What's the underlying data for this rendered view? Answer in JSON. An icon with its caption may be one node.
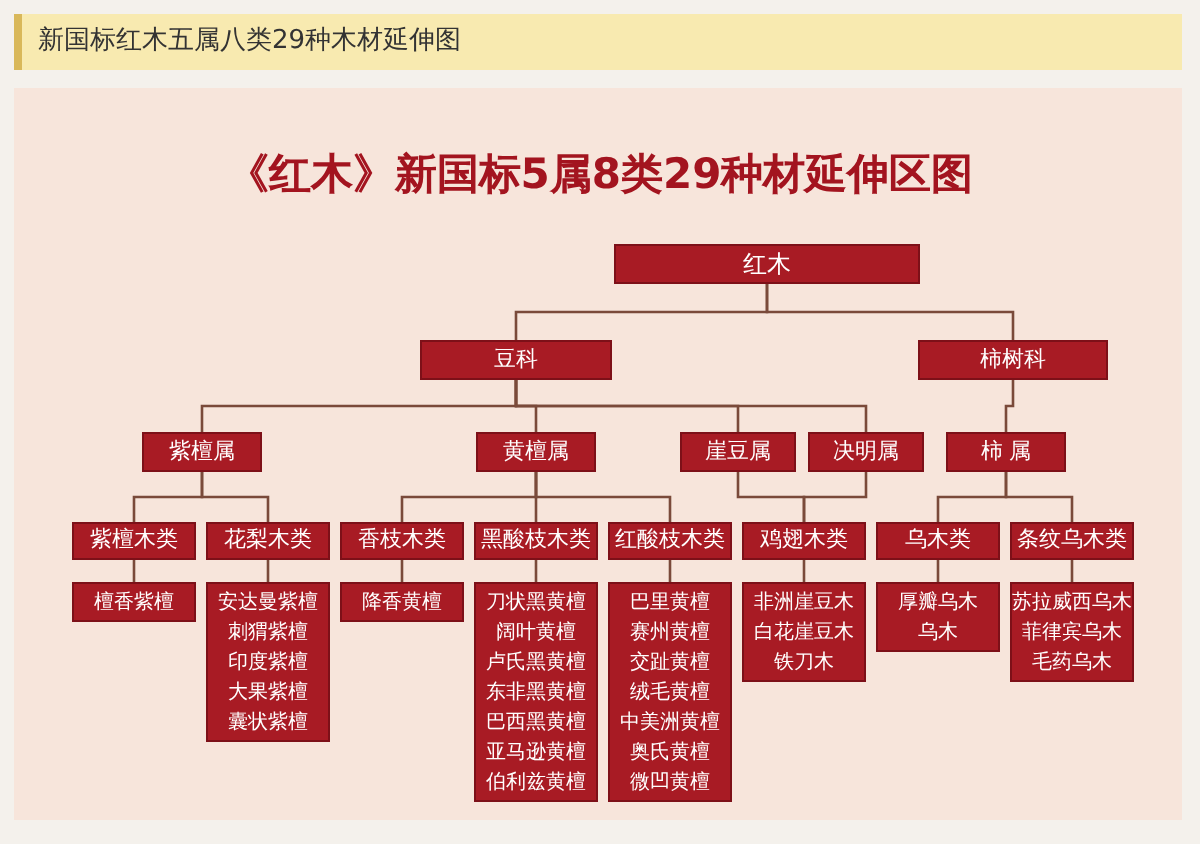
{
  "diagram": {
    "title": "《红木》新国标5属8类29种材延伸区图",
    "nodes": [
      {
        "text": [
          "红木"
        ]
      },
      {
        "text": [
          "豆科"
        ]
      },
      {
        "text": [
          "柿树科"
        ]
      },
      {
        "text": [
          "紫檀属"
        ]
      },
      {
        "text": [
          "黄檀属"
        ]
      },
      {
        "text": [
          "崖豆属"
        ]
      },
      {
        "text": [
          "决明属"
        ]
      },
      {
        "text": [
          "柿 属"
        ]
      },
      {
        "text": [
          "紫檀木类"
        ]
      },
      {
        "text": [
          "花梨木类"
        ]
      },
      {
        "text": [
          "香枝木类"
        ]
      },
      {
        "text": [
          "黑酸枝木类"
        ]
      },
      {
        "text": [
          "红酸枝木类"
        ]
      },
      {
        "text": [
          "鸡翅木类"
        ]
      },
      {
        "text": [
          "乌木类"
        ]
      },
      {
        "text": [
          "条纹乌木类"
        ]
      },
      {
        "text": [
          "檀香紫檀"
        ]
      },
      {
        "text": [
          "安达曼紫檀",
          "刺猬紫檀",
          "印度紫檀",
          "大果紫檀",
          "囊状紫檀"
        ]
      },
      {
        "text": [
          "降香黄檀"
        ]
      },
      {
        "text": [
          "刀状黑黄檀",
          "阔叶黄檀",
          "卢氏黑黄檀",
          "东非黑黄檀",
          "巴西黑黄檀",
          "亚马逊黄檀",
          "伯利兹黄檀"
        ]
      },
      {
        "text": [
          "巴里黄檀",
          "赛州黄檀",
          "交趾黄檀",
          "绒毛黄檀",
          "中美洲黄檀",
          "奥氏黄檀",
          "微凹黄檀"
        ]
      },
      {
        "text": [
          "非洲崖豆木",
          "白花崖豆木",
          "铁刀木"
        ]
      },
      {
        "text": [
          "厚瓣乌木",
          "乌木"
        ]
      },
      {
        "text": [
          "苏拉威西乌木",
          "菲律宾乌木",
          "毛药乌木"
        ]
      }
    ],
    "edges": [
      {
        "from": 0,
        "to": 1,
        "arrow": "none"
      },
      {
        "from": 0,
        "to": 2,
        "arrow": "none"
      },
      {
        "from": 1,
        "to": 3,
        "arrow": "none"
      },
      {
        "from": 1,
        "to": 4,
        "arrow": "none"
      },
      {
        "from": 1,
        "to": 5,
        "arrow": "none"
      },
      {
        "from": 1,
        "to": 6,
        "arrow": "none"
      },
      {
        "from": 2,
        "to": 7,
        "arrow": "none"
      },
      {
        "from": 3,
        "to": 8,
        "arrow": "none"
      },
      {
        "from": 3,
        "to": 9,
        "arrow": "none"
      },
      {
        "from": 4,
        "to": 10,
        "arrow": "none"
      },
      {
        "from": 4,
        "to": 11,
        "arrow": "none"
      },
      {
        "from": 4,
        "to": 12,
        "arrow": "none"
      },
      {
        "from": 5,
        "to": 13,
        "arrow": "none"
      },
      {
        "from": 6,
        "to": 13,
        "arrow": "none"
      },
      {
        "from": 7,
        "to": 14,
        "arrow": "none"
      },
      {
        "from": 7,
        "to": 15,
        "arrow": "none"
      },
      {
        "from": 8,
        "to": 16,
        "arrow": "none"
      },
      {
        "from": 9,
        "to": 17,
        "arrow": "none"
      },
      {
        "from": 10,
        "to": 18,
        "arrow": "none"
      },
      {
        "from": 11,
        "to": 19,
        "arrow": "none"
      },
      {
        "from": 12,
        "to": 20,
        "arrow": "none"
      },
      {
        "from": 13,
        "to": 21,
        "arrow": "none"
      },
      {
        "from": 14,
        "to": 22,
        "arrow": "none"
      },
      {
        "from": 15,
        "to": 23,
        "arrow": "none"
      }
    ],
    "labels": [
      "新国标红木五属八类29种木材延伸图"
    ]
  }
}
